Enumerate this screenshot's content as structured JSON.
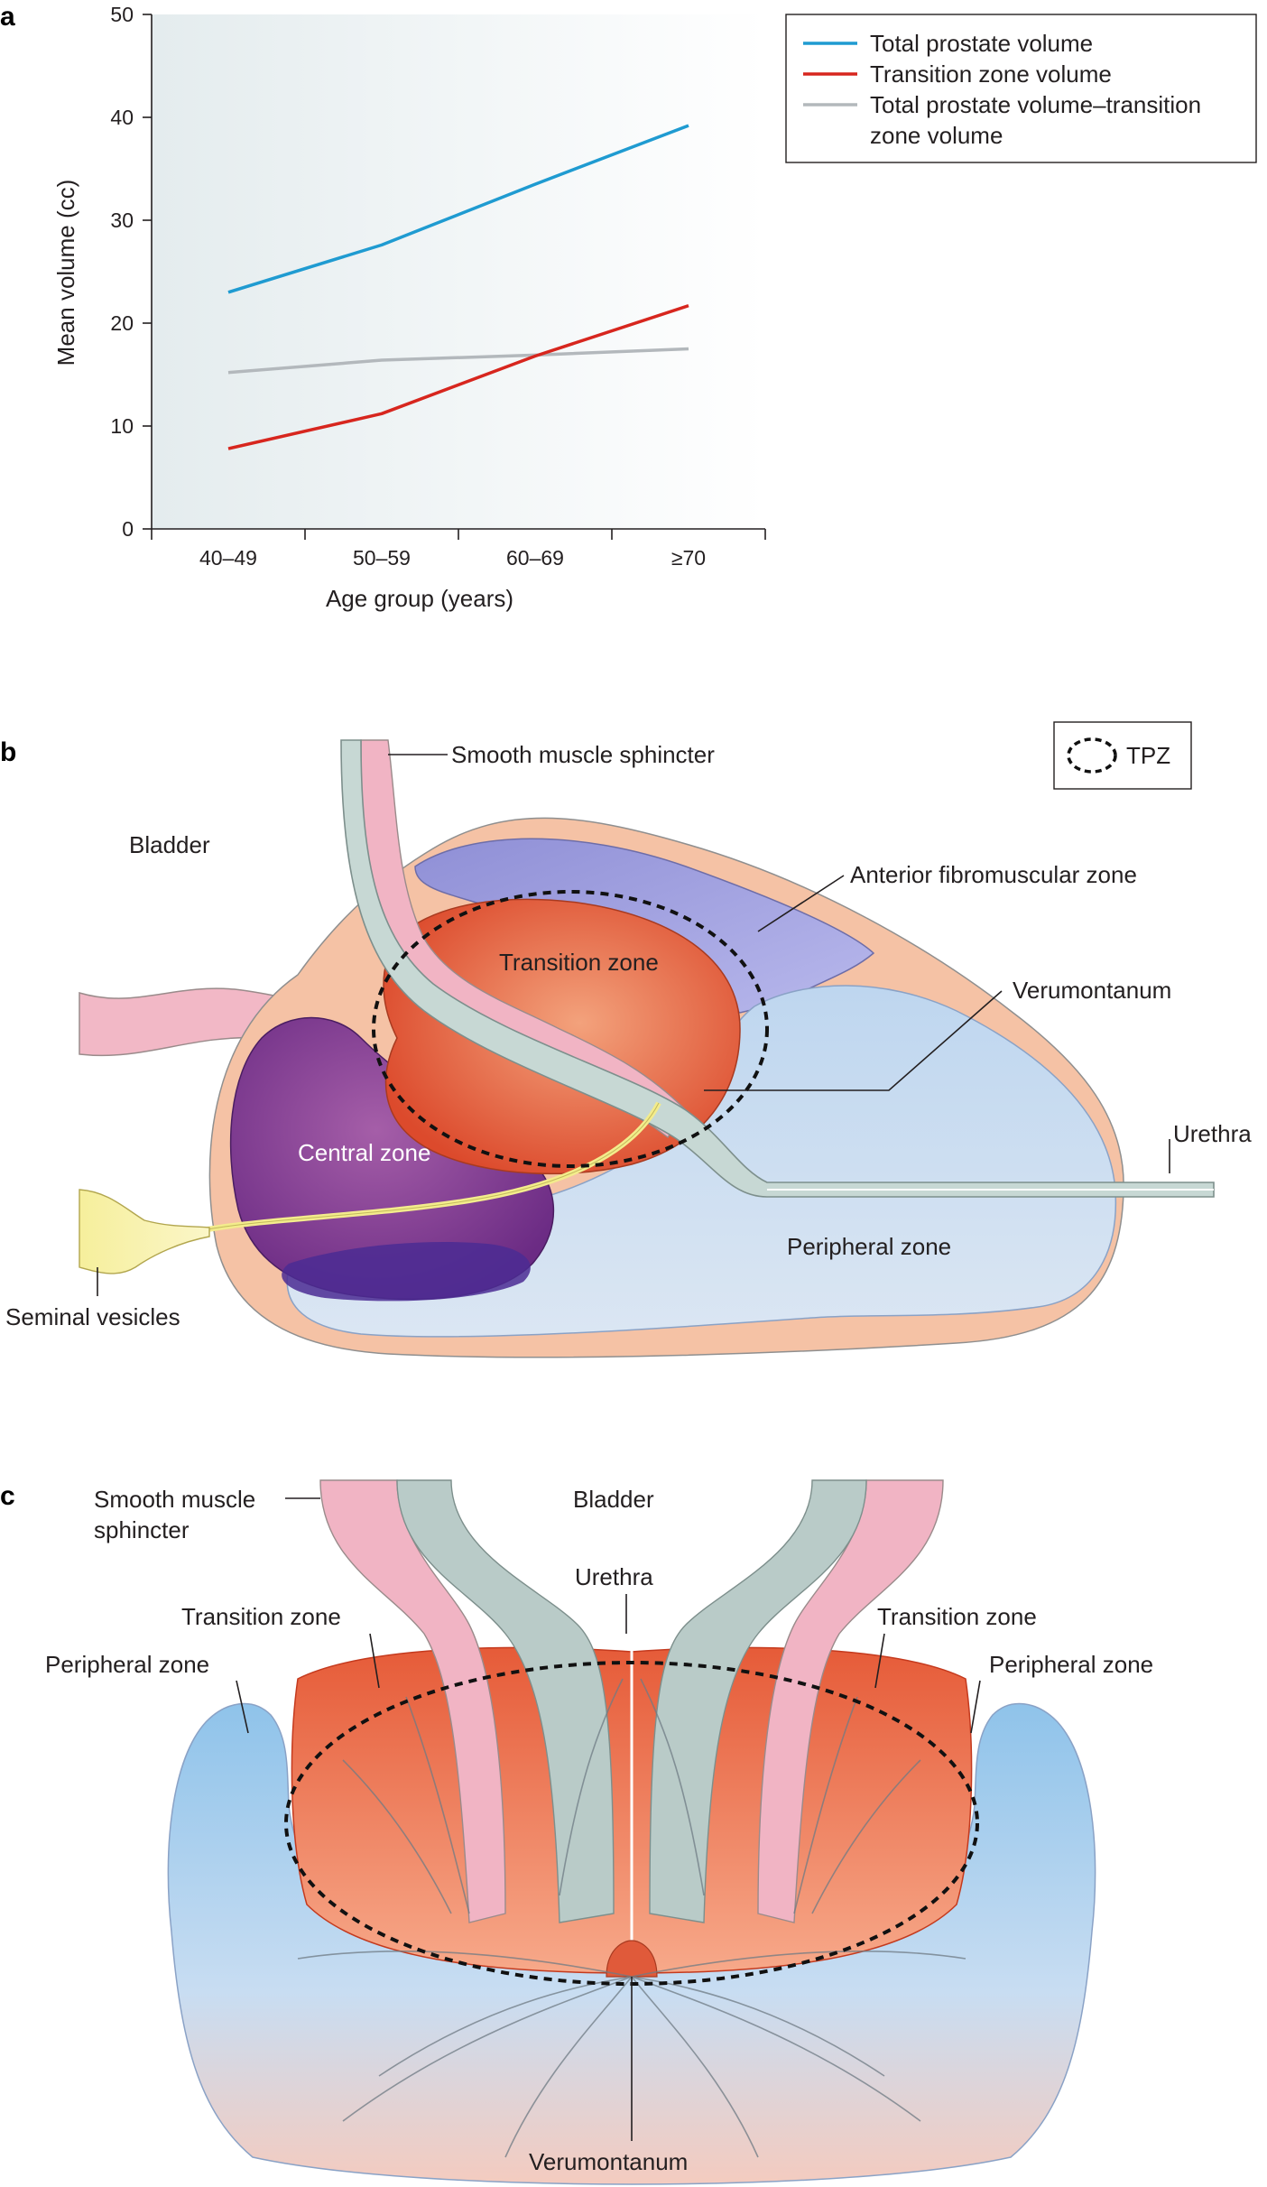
{
  "panel_a": {
    "letter": "a",
    "chart_data": {
      "type": "line",
      "categories": [
        "40–49",
        "50–59",
        "60–69",
        "≥70"
      ],
      "xlabel": "Age group (years)",
      "ylabel": "Mean volume (cc)",
      "ylim": [
        0,
        50
      ],
      "yticks": [
        "0",
        "10",
        "20",
        "30",
        "40",
        "50"
      ],
      "grid": false,
      "legend_position": "top-right",
      "series": [
        {
          "name": "Total prostate volume",
          "color": "#1f9bd1",
          "values": [
            23.0,
            27.6,
            33.5,
            39.2
          ]
        },
        {
          "name": "Transition zone volume",
          "color": "#d7261e",
          "values": [
            7.8,
            11.2,
            16.8,
            21.7
          ]
        },
        {
          "name_lines": [
            "Total prostate volume–transition",
            "zone volume"
          ],
          "color": "#b3b8bc",
          "values": [
            15.2,
            16.4,
            16.9,
            17.5
          ]
        }
      ]
    }
  },
  "panel_b": {
    "letter": "b",
    "labels": {
      "bladder": "Bladder",
      "smooth_muscle_sphincter": "Smooth muscle sphincter",
      "tpz_legend": "TPZ",
      "anterior_fibromuscular_zone": "Anterior fibromuscular zone",
      "transition_zone": "Transition zone",
      "verumontanum": "Verumontanum",
      "urethra": "Urethra",
      "central_zone": "Central zone",
      "peripheral_zone": "Peripheral zone",
      "seminal_vesicles": "Seminal vesicles"
    }
  },
  "panel_c": {
    "letter": "c",
    "labels": {
      "smooth_muscle_line1": "Smooth muscle",
      "smooth_muscle_line2": "sphincter",
      "bladder": "Bladder",
      "urethra": "Urethra",
      "transition_zone_left": "Transition zone",
      "transition_zone_right": "Transition zone",
      "peripheral_zone_left": "Peripheral zone",
      "peripheral_zone_right": "Peripheral zone",
      "verumontanum": "Verumontanum"
    }
  }
}
